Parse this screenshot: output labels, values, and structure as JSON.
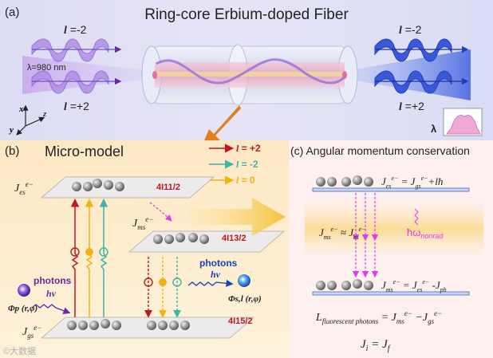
{
  "panel_a": {
    "label": "(a)",
    "title": "Ring-core Erbium-doped Fiber",
    "left_top_l": "-2",
    "left_bottom_l": "+2",
    "wavelength": "λ=980 nm",
    "right_top_l": "-2",
    "right_bottom_l": "+2",
    "axis_x": "x",
    "axis_y": "y",
    "axis_z": "z",
    "spectrum_label": "λ"
  },
  "panel_b": {
    "label": "(b)",
    "title": "Micro-model",
    "legend": [
      {
        "l": "+2",
        "color": "#c0181d"
      },
      {
        "l": "-2",
        "color": "#3fb3a7"
      },
      {
        "l": "0",
        "color": "#f2b310"
      }
    ],
    "level_es": "4I11/2",
    "level_ms": "4I13/2",
    "level_gs": "4I15/2",
    "photons_left": "photons",
    "hv_left": "hv",
    "phi_p": "Φp (r,φ)",
    "photons_right": "photons",
    "hv_right": "hv",
    "phi_s": "Φs,l (r,φ)"
  },
  "panel_c": {
    "label": "(c)",
    "title": "Angular momentum conservation",
    "eq1": "= J",
    "eq1_tail": "+lħ",
    "eq2": "≈ J",
    "nonrad": "ħω",
    "nonrad_sub": "nonrad",
    "eq3": "= J",
    "eq3_tail": "-J",
    "eq3_sub": "ph",
    "eq4_lhs": "L",
    "eq4_sub": "fluorescent photons",
    "eq4_rhs": "= J",
    "eq5": "J",
    "eq5_mid": "= J"
  },
  "watermark": "©大数据"
}
